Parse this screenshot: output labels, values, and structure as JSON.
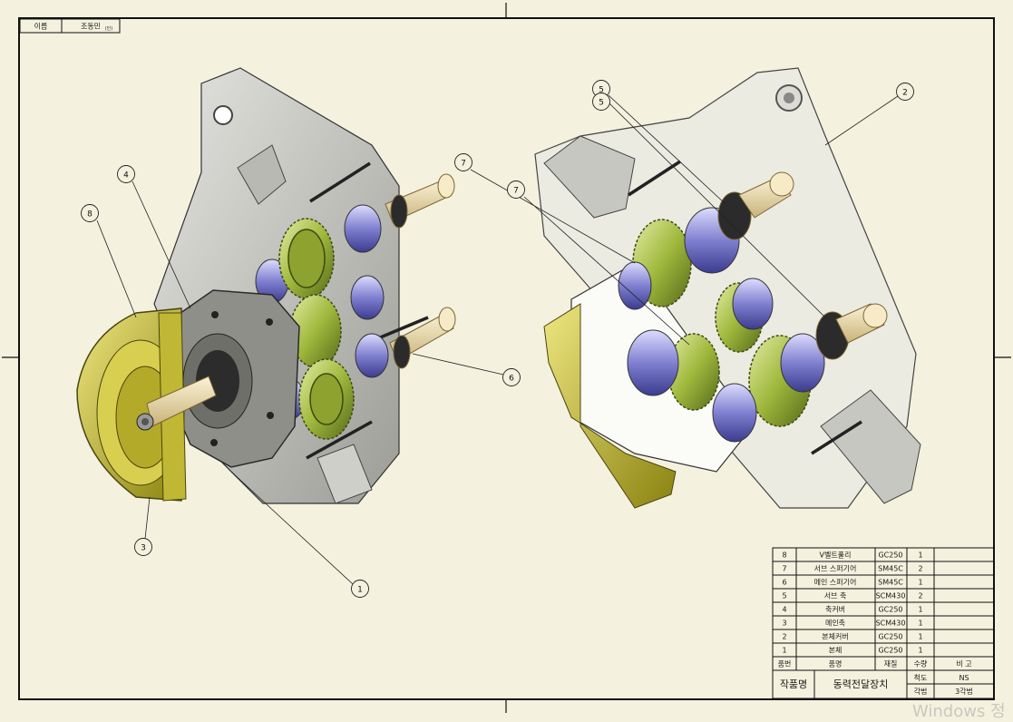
{
  "header_box": {
    "name_label": "이름",
    "name_value": "조동민",
    "stamp": "(인)"
  },
  "balloons": {
    "left_view": [
      "8",
      "4",
      "3",
      "1",
      "6"
    ],
    "right_view": [
      "5",
      "5",
      "7",
      "7",
      "2"
    ]
  },
  "parts_list": {
    "rows": [
      {
        "no": "8",
        "name": "V벨트풀리",
        "material": "GC250",
        "qty": "1",
        "note": ""
      },
      {
        "no": "7",
        "name": "서브 스퍼기어",
        "material": "SM45C",
        "qty": "2",
        "note": ""
      },
      {
        "no": "6",
        "name": "메인 스퍼기어",
        "material": "SM45C",
        "qty": "1",
        "note": ""
      },
      {
        "no": "5",
        "name": "서브 축",
        "material": "SCM430",
        "qty": "2",
        "note": ""
      },
      {
        "no": "4",
        "name": "축커버",
        "material": "GC250",
        "qty": "1",
        "note": ""
      },
      {
        "no": "3",
        "name": "메인축",
        "material": "SCM430",
        "qty": "1",
        "note": ""
      },
      {
        "no": "2",
        "name": "본체커버",
        "material": "GC250",
        "qty": "1",
        "note": ""
      },
      {
        "no": "1",
        "name": "본체",
        "material": "GC250",
        "qty": "1",
        "note": ""
      }
    ],
    "headers": {
      "no": "품번",
      "name": "품명",
      "material": "재질",
      "qty": "수량",
      "note": "비 고"
    }
  },
  "title_block": {
    "title_label": "작품명",
    "title_value": "동력전달장치",
    "scale_label": "척도",
    "scale_value": "NS",
    "projection_label": "각법",
    "projection_value": "3각법"
  },
  "os_watermark": "Windows 정",
  "colors": {
    "paper": "#f4f1de",
    "body_gray": "#c9c9c4",
    "gear_green": "#b7c95a",
    "pulley_yellow": "#c9c23a",
    "bearing_blue": "#8f8fd6",
    "shaft_tan": "#efe2b4"
  }
}
